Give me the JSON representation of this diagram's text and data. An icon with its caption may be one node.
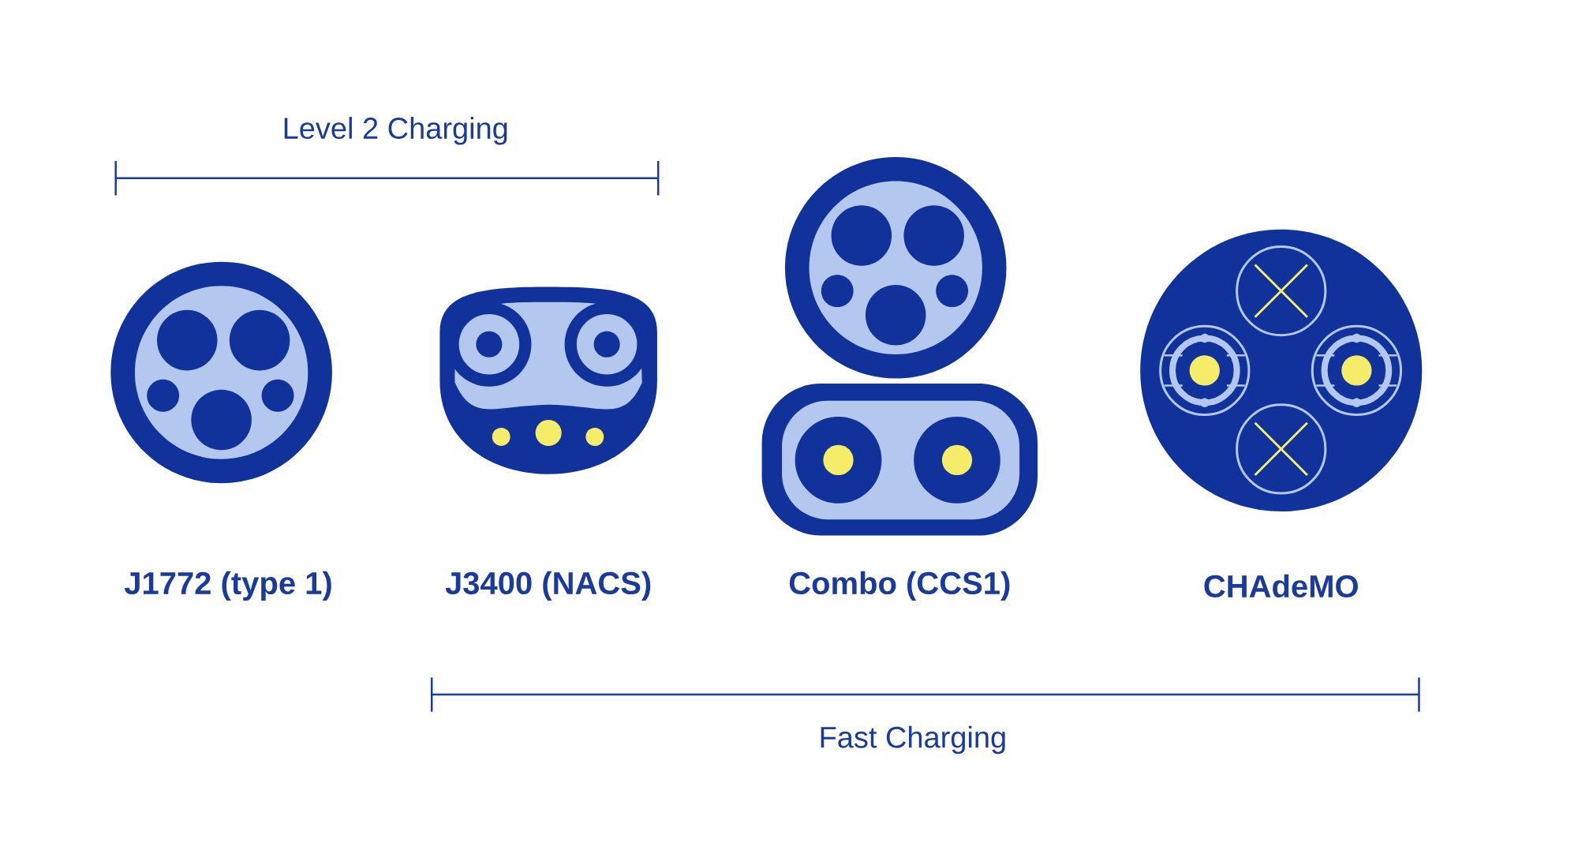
{
  "diagram": {
    "labels": [
      "Level 2 Charging",
      "J1772 (type 1)",
      "J3400 (NACS)",
      "Combo (CCS1)",
      "CHAdeMO",
      "Fast Charging"
    ]
  }
}
